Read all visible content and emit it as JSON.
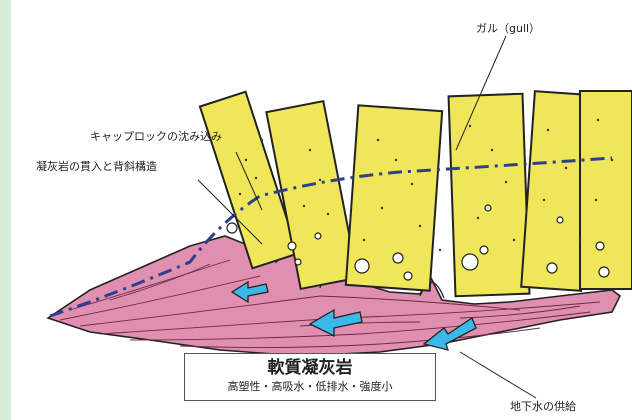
{
  "labels": {
    "gull": "ガル（gull）",
    "caprock": "キャップロックの沈み込み",
    "intrusion": "凝灰岩の貫入と背斜構造",
    "groundwater": "地下水の供給"
  },
  "caption": {
    "title": "軟質凝灰岩",
    "properties": "高塑性・高吸水・低排水・強度小"
  },
  "colors": {
    "sidebar": "#d8ead8",
    "tuff": "#e08fb0",
    "caprock": "#f0e65a",
    "water_arrow": "#3ab8e8",
    "dash_line": "#2e3f8f"
  }
}
